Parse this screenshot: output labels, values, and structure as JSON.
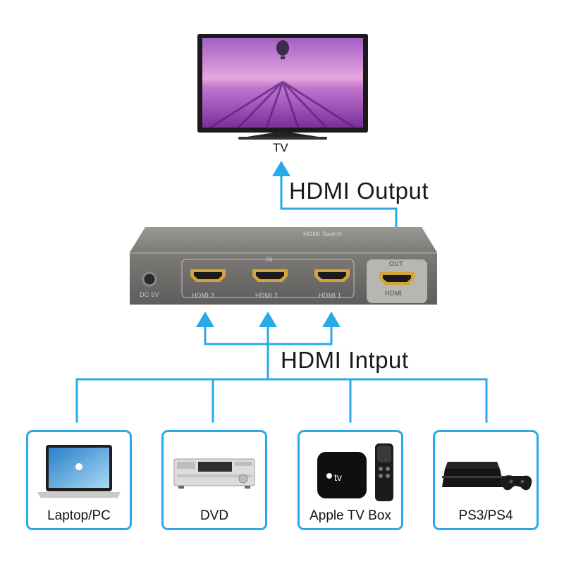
{
  "tv": {
    "label": "TV"
  },
  "output_label": "HDMI Output",
  "input_label": "HDMI Intput",
  "switch": {
    "top_text": "HDMI Switch",
    "dc_label": "DC 5V",
    "in_label": "IN",
    "out_label": "OUT",
    "ports": [
      "HDMI 3",
      "HDMI 2",
      "HDMI 1"
    ],
    "out_port": "HDMI"
  },
  "devices": [
    {
      "label": "Laptop/PC",
      "icon": "laptop-icon"
    },
    {
      "label": "DVD",
      "icon": "dvd-player-icon"
    },
    {
      "label": "Apple TV Box",
      "icon": "apple-tv-icon"
    },
    {
      "label": "PS3/PS4",
      "icon": "playstation-icon"
    }
  ],
  "colors": {
    "wire": "#29a9e8",
    "switch_body": "#6f6e6c",
    "hdmi_gold": "#d4a43a"
  }
}
